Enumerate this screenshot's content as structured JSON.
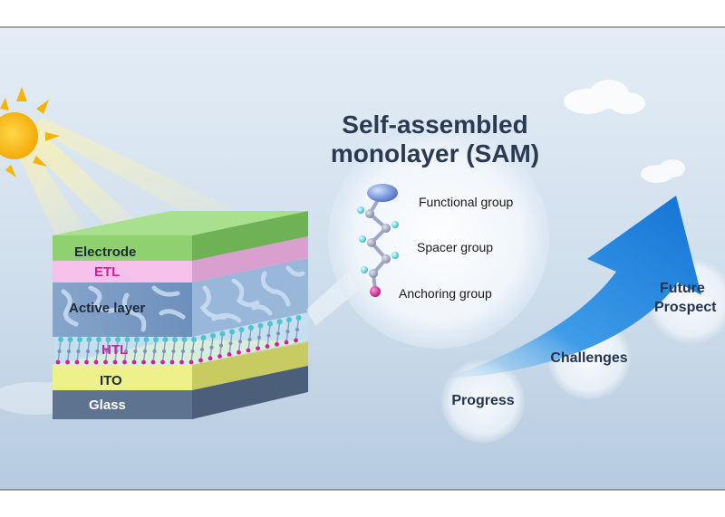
{
  "sam": {
    "title_line1": "Self-assembled",
    "title_line2": "monolayer (SAM)",
    "groups": {
      "functional": "Functional group",
      "spacer": "Spacer group",
      "anchoring": "Anchoring group"
    }
  },
  "device": {
    "layers": {
      "electrode": "Electrode",
      "etl": "ETL",
      "active": "Active layer",
      "htl": "HTL",
      "ito": "ITO",
      "glass": "Glass"
    }
  },
  "roadmap": {
    "progress": "Progress",
    "challenges": "Challenges",
    "future_line1": "Future",
    "future_line2": "Prospect"
  },
  "colors": {
    "background_top": "#dde8f3",
    "background_bottom": "#b9cde2",
    "electrode": "#8fd173",
    "etl": "#f6c2ec",
    "active": "#7f9fc7",
    "htl": "#b7e3f0",
    "ito": "#eff18c",
    "glass": "#6b7f99",
    "arrow": "#1d86e0",
    "sun": "#f6b400",
    "htl_text": "#d1209c",
    "etl_text": "#d1209c"
  }
}
